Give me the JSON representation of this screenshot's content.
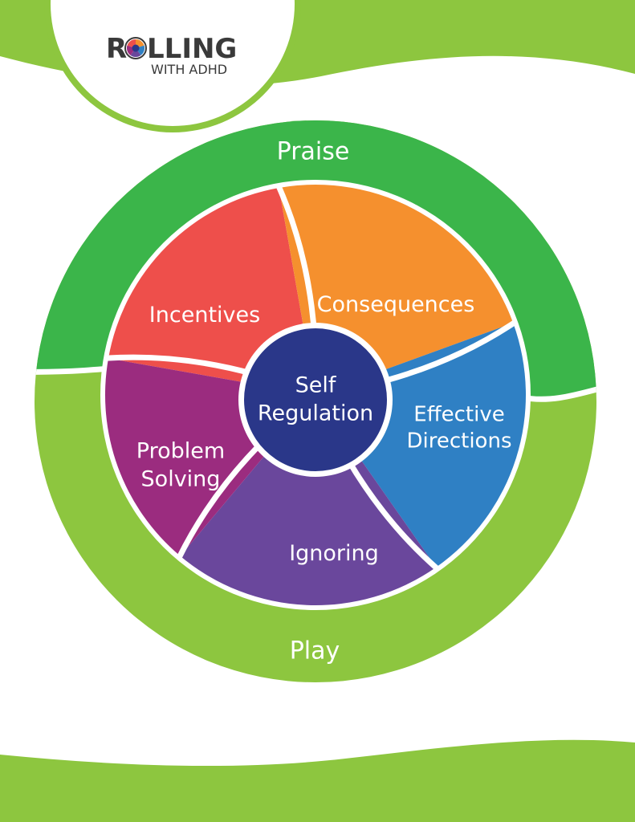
{
  "brand": {
    "name_part1": "R",
    "name_part2": "LLING",
    "tagline": "WITH ADHD"
  },
  "diagram": {
    "outer_ring": {
      "top_label": "Praise",
      "bottom_label": "Play"
    },
    "segments": [
      {
        "key": "incentives",
        "lines": [
          "Incentives"
        ],
        "color": "#ee4f4b"
      },
      {
        "key": "consequences",
        "lines": [
          "Consequences"
        ],
        "color": "#f5902e"
      },
      {
        "key": "effective-directions",
        "lines": [
          "Effective",
          "Directions"
        ],
        "color": "#2f80c4"
      },
      {
        "key": "ignoring",
        "lines": [
          "Ignoring"
        ],
        "color": "#6a479c"
      },
      {
        "key": "problem-solving",
        "lines": [
          "Problem",
          "Solving"
        ],
        "color": "#9b2c7f"
      }
    ],
    "center": {
      "lines": [
        "Self",
        "Regulation"
      ],
      "color": "#2a3789"
    }
  },
  "colors": {
    "lime_green": "#8dc63f",
    "dark_green": "#3bb54a",
    "logo_dark": "#3a3a3a"
  }
}
